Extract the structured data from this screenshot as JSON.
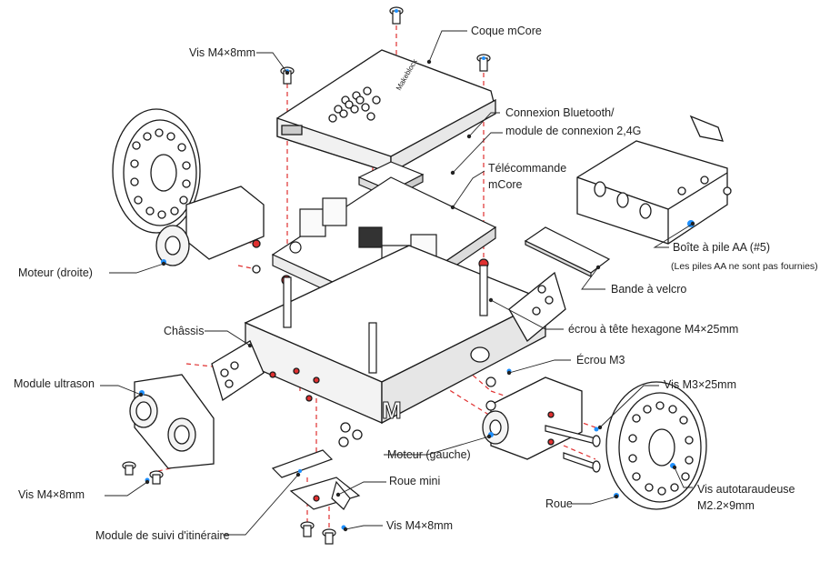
{
  "labels": {
    "coque_mcore": "Coque mCore",
    "vis_m4x8_top": "Vis M4×8mm",
    "bluetooth_line1": "Connexion Bluetooth/",
    "bluetooth_line2": "module de connexion 2,4G",
    "telecommande_line1": "Télécommande",
    "telecommande_line2": "mCore",
    "boite_pile": "Boîte à pile AA (#5)",
    "piles_note": "(Les piles AA ne sont pas fournies)",
    "moteur_droite": "Moteur (droite)",
    "bande_velcro": "Bande à velcro",
    "chassis": "Châssis",
    "ecrou_hexagone": "écrou à tête hexagone M4×25mm",
    "ecrou_m3": "Écrou M3",
    "module_ultrason": "Module ultrason",
    "vis_m3x25": "Vis M3×25mm",
    "moteur_gauche": "Moteur (gauche)",
    "roue_mini": "Roue mini",
    "vis_m4x8_left": "Vis M4×8mm",
    "roue": "Roue",
    "vis_auto_line1": "Vis autotaraudeuse",
    "vis_auto_line2": "M2.2×9mm",
    "module_suivi": "Module de suivi d'itinéraire",
    "vis_m4x8_bottom": "Vis M4×8mm"
  },
  "colors": {
    "screw_accent": "#1e90ff",
    "dashed_line": "#e03030",
    "outline": "#1a1a1a",
    "leader_line": "#222222"
  }
}
